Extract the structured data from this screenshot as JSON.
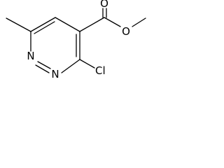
{
  "molecule": {
    "atoms": {
      "ring_n1": "N",
      "ring_n2": "N",
      "chlorine": "Cl",
      "carbonyl_o": "O",
      "ester_o": "O"
    },
    "colors": {
      "bond": "#000000",
      "label": "#000000",
      "background": "#ffffff"
    }
  }
}
